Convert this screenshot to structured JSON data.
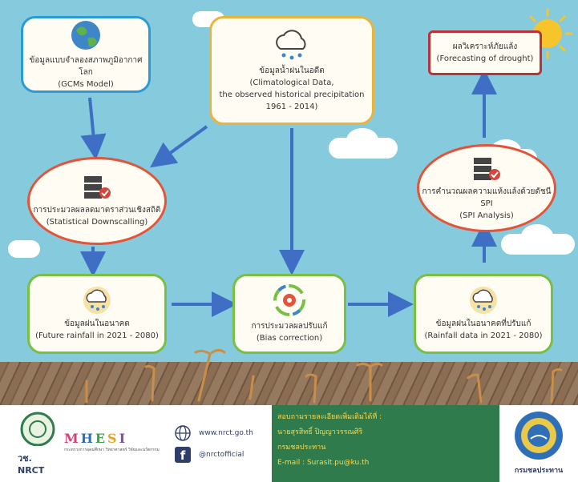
{
  "boxes": {
    "gcm": {
      "line1": "ข้อมูลแบบจำลองสภาพภูมิอากาศโลก",
      "line2": "(GCMs Model)"
    },
    "climate": {
      "line1": "ข้อมูลน้ำฝนในอดีต",
      "line2": "(Climatological Data,",
      "line3": "the observed historical precipitation",
      "line4": "1961 - 2014)"
    },
    "drought": {
      "line1": "ผลวิเคราะห์ภัยแล้ง",
      "line2": "(Forecasting of drought)"
    },
    "downscaling": {
      "line1": "การประมวลผลลดมาตราส่วนเชิงสถิติ",
      "line2": "(Statistical Downscalling)"
    },
    "spi": {
      "line1": "การคำนวณผลความแห้งแล้งด้วยดัชนี SPI",
      "line2": "(SPI Analysis)"
    },
    "future": {
      "line1": "ข้อมูลฝนในอนาคต",
      "line2": "(Future rainfall in 2021 - 2080)"
    },
    "bias": {
      "line1": "การประมวลผลปรับแก้",
      "line2": "(Bias correction)"
    },
    "adjusted": {
      "line1": "ข้อมูลฝนในอนาคตที่ปรับแก้",
      "line2": "(Rainfall data in 2021 - 2080)"
    }
  },
  "footer": {
    "nrct_logo": "วช. NRCT",
    "mhesi": "MHESI",
    "mhesi_sub": "กระทรวงการอุดมศึกษา วิทยาศาสตร์ วิจัยและนวัตกรรม",
    "website": "www.nrct.go.th",
    "facebook": "@nrctofficial",
    "contact_line1": "สอบถามรายละเอียดเพิ่มเติมได้ที่ :",
    "contact_line2": "นายสุรสิทธิ์ ปิญญาวรรณศิริ",
    "contact_line3": "กรมชลประทาน",
    "contact_line4": "E-mail : Surasit.pu@ku.th",
    "rid_logo": "กรมชลประทาน"
  },
  "colors": {
    "blue": "#2b9bd6",
    "yellow": "#e9b43a",
    "green": "#77c043",
    "red": "#b8333a",
    "orange": "#e2553a",
    "arrow": "#3f6fc4"
  }
}
